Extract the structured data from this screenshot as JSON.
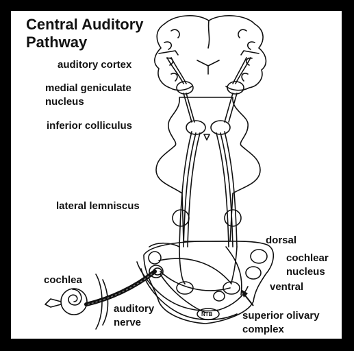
{
  "title": {
    "line1": "Central Auditory",
    "line2": "Pathway"
  },
  "labels": {
    "auditory_cortex": "auditory cortex",
    "medial_geniculate_1": "medial geniculate",
    "medial_geniculate_2": "nucleus",
    "inferior_colliculus": "inferior colliculus",
    "lateral_lemniscus": "lateral lemniscus",
    "dorsal": "dorsal",
    "cochlear_1": "cochlear",
    "cochlear_2": "nucleus",
    "ventral": "ventral",
    "cochlea": "cochlea",
    "auditory_nerve_1": "auditory",
    "auditory_nerve_2": "nerve",
    "superior_olivary_1": "superior olivary",
    "superior_olivary_2": "complex",
    "ntb": "NTB"
  },
  "colors": {
    "frame": "#000000",
    "background": "#ffffff",
    "ink": "#111111"
  }
}
